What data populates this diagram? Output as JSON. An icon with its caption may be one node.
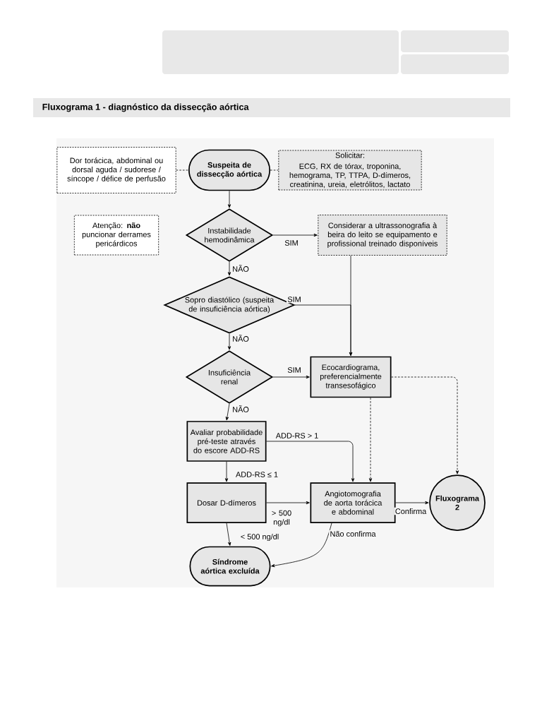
{
  "diagram": {
    "title": "Fluxograma 1 - diagnóstico da dissecção aórtica",
    "nodes": [
      {
        "text": [
          "Dor torácica, abdominal ou dorsal aguda / sudorese / síncope / défice de perfusão"
        ]
      },
      {
        "text": [
          "Suspeita de dissecção aórtica"
        ]
      },
      {
        "text": [
          "Solicitar:",
          "ECG, RX de tórax, troponina, hemograma, TP, TTPA, D-dímeros, creatinina, ureia, eletrólitos, lactato"
        ]
      },
      {
        "text": [
          "Atenção: **não** puncionar derrames pericárdicos"
        ]
      },
      {
        "text": [
          "Instabilidade hemodinâmica"
        ]
      },
      {
        "text": [
          "Considerar a ultrassonografia à beira do leito se equipamento e profissional treinado disponíveis"
        ]
      },
      {
        "text": [
          "Sopro diastólico (suspeita de insuficiência aórtica)"
        ]
      },
      {
        "text": [
          "Insuficiência renal"
        ]
      },
      {
        "text": [
          "Ecocardiograma, preferencialmente transesofágico"
        ]
      },
      {
        "text": [
          "Avaliar probabilidade pré-teste através do escore ADD-RS"
        ]
      },
      {
        "text": [
          "Dosar D-dímeros"
        ]
      },
      {
        "text": [
          "Angiotomografia de aorta torácica e abdominal"
        ]
      },
      {
        "text": [
          "Fluxograma 2"
        ]
      },
      {
        "text": [
          "Síndrome aórtica excluída"
        ]
      }
    ],
    "edges": [
      {
        "from": 0,
        "to": 1,
        "arrow": "none",
        "style": "dashed"
      },
      {
        "from": 1,
        "to": 2,
        "arrow": "none",
        "style": "dashed"
      },
      {
        "from": 1,
        "to": 4,
        "arrow": "to"
      },
      {
        "from": 4,
        "to": 5,
        "arrow": "to",
        "label": "SIM"
      },
      {
        "from": 4,
        "to": 6,
        "arrow": "to",
        "label": "NÃO"
      },
      {
        "from": 5,
        "to": 8,
        "arrow": "to"
      },
      {
        "from": 6,
        "to": 8,
        "arrow": "to",
        "label": "SIM"
      },
      {
        "from": 6,
        "to": 7,
        "arrow": "to",
        "label": "NÃO"
      },
      {
        "from": 7,
        "to": 8,
        "arrow": "to",
        "label": "SIM"
      },
      {
        "from": 7,
        "to": 9,
        "arrow": "to",
        "label": "NÃO"
      },
      {
        "from": 8,
        "to": 11,
        "arrow": "to",
        "style": "dashed"
      },
      {
        "from": 8,
        "to": 12,
        "arrow": "to",
        "style": "dashed"
      },
      {
        "from": 9,
        "to": 11,
        "arrow": "to",
        "label": "ADD-RS > 1"
      },
      {
        "from": 9,
        "to": 10,
        "arrow": "to",
        "label": "ADD-RS ≤ 1"
      },
      {
        "from": 10,
        "to": 11,
        "arrow": "to",
        "label": "> 500 ng/dl"
      },
      {
        "from": 10,
        "to": 13,
        "arrow": "to",
        "label": "< 500 ng/dl"
      },
      {
        "from": 11,
        "to": 12,
        "arrow": "to",
        "label": "Confirma"
      },
      {
        "from": 11,
        "to": 13,
        "arrow": "to",
        "label": "Não confirma"
      }
    ]
  }
}
